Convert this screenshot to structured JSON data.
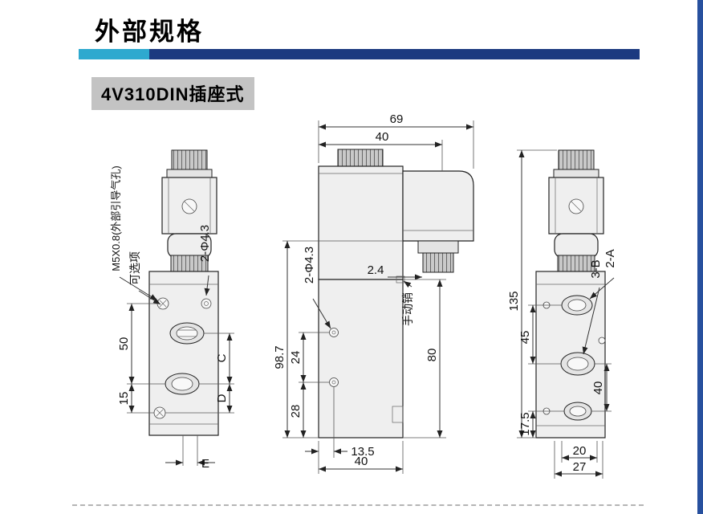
{
  "page": {
    "title": "外部规格",
    "model_label": "4V310DIN插座式"
  },
  "colors": {
    "bar_light": "#2ea9cf",
    "bar_dark": "#1c3a80",
    "side_strip": "#27509e",
    "label_bg": "#c3c3c3"
  },
  "views": {
    "left": {
      "m5_label": "M5X0.8(外部引导气孔)",
      "optional_label": "可选项",
      "phi_label": "2-Φ4.3",
      "dim_50": "50",
      "dim_15": "15",
      "dim_c": "C",
      "dim_d": "D",
      "dim_e": "E"
    },
    "front": {
      "dim_69": "69",
      "dim_40_top": "40",
      "dim_2_4": "2.4",
      "manual_pin": "手动销",
      "phi_label": "2-Φ4.3",
      "dim_98_7": "98.7",
      "dim_24": "24",
      "dim_28": "28",
      "dim_80": "80",
      "dim_13_5": "13.5",
      "dim_40_bottom": "40"
    },
    "right": {
      "dim_135": "135",
      "dim_45": "45",
      "dim_17_5": "17.5",
      "dim_40": "40",
      "dim_20": "20",
      "dim_27": "27",
      "label_2a": "2-A",
      "label_3b": "3-B"
    }
  }
}
